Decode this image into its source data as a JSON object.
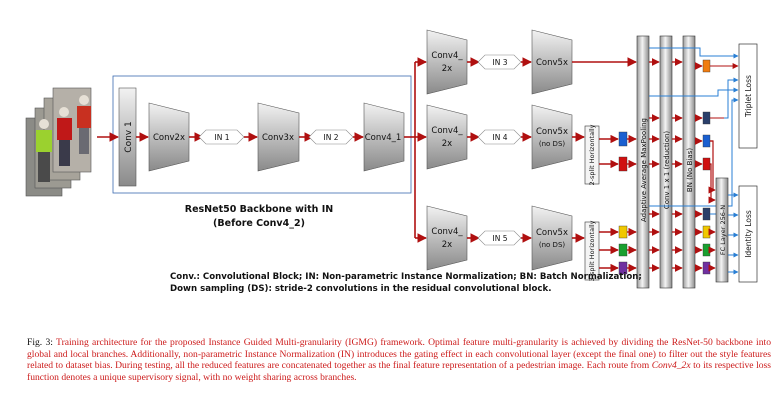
{
  "diagram": {
    "backbone_block": {
      "conv1": "Conv 1",
      "conv2x": "Conv2x",
      "in1": "IN 1",
      "conv3x": "Conv3x",
      "in2": "IN 2",
      "conv4_1": "Conv4_1",
      "title_line1": "ResNet50 Backbone with IN",
      "title_line2": "(Before Conv4_2)"
    },
    "branches": [
      {
        "conv4": "Conv4_",
        "conv4_sub": "2x",
        "in": "IN 3",
        "conv5": "Conv5x",
        "conv5_sub": ""
      },
      {
        "conv4": "Conv4_",
        "conv4_sub": "2x",
        "in": "IN 4",
        "conv5": "Conv5x",
        "conv5_sub": "(no DS)"
      },
      {
        "conv4": "Conv4_",
        "conv4_sub": "2x",
        "in": "IN 5",
        "conv5": "Conv5x",
        "conv5_sub": "(no DS)"
      }
    ],
    "split2": "2-split Horizontally",
    "split3": "3-split Horizontally",
    "pool_bar": "Adaptive Average MaxPooling",
    "conv1x1_bar": "Conv 1 x 1 (reduction)",
    "bn_bar": "BN (No Bias)",
    "fc_bar": "FC Layer 256-N",
    "triplet_loss": "Triplet Loss",
    "identity_loss": "Identity Loss",
    "colors": {
      "accent_red": "#b01010",
      "stripe_orange": "#f07c10",
      "stripe_blue": "#1a5fd0",
      "stripe_red": "#d01010",
      "stripe_yellow": "#f0c800",
      "stripe_green": "#1aa030",
      "stripe_purple": "#7030a0",
      "connector_blue": "#2a7fd4",
      "navy": "#2a3f6a"
    }
  },
  "legend": {
    "line1": "Conv.: Convolutional Block; IN: Non-parametric Instance Normalization; BN: Batch Normalization;",
    "line2_bold": "Down sampling (DS)",
    "line2_rest": ": stride-2 convolutions in the residual convolutional block."
  },
  "caption": {
    "label": "Fig. 3:",
    "text1": " Training architecture for the proposed Instance Guided Multi-granularity (IGMG) framework. Optimal feature multi-granularity is achieved by dividing the ResNet-50 backbone into global and local branches.  Additionally, non-parametric Instance Normalization (IN) introduces the gating effect in each convolutional layer (except the final one) to filter out the style features related to dataset bias. During testing, all the reduced features are concatenated together as the final feature representation of a pedestrian image. Each route from ",
    "italic": "Conv4_2x",
    "text2": " to its respective loss function denotes a unique supervisory signal, with no weight sharing across branches."
  }
}
